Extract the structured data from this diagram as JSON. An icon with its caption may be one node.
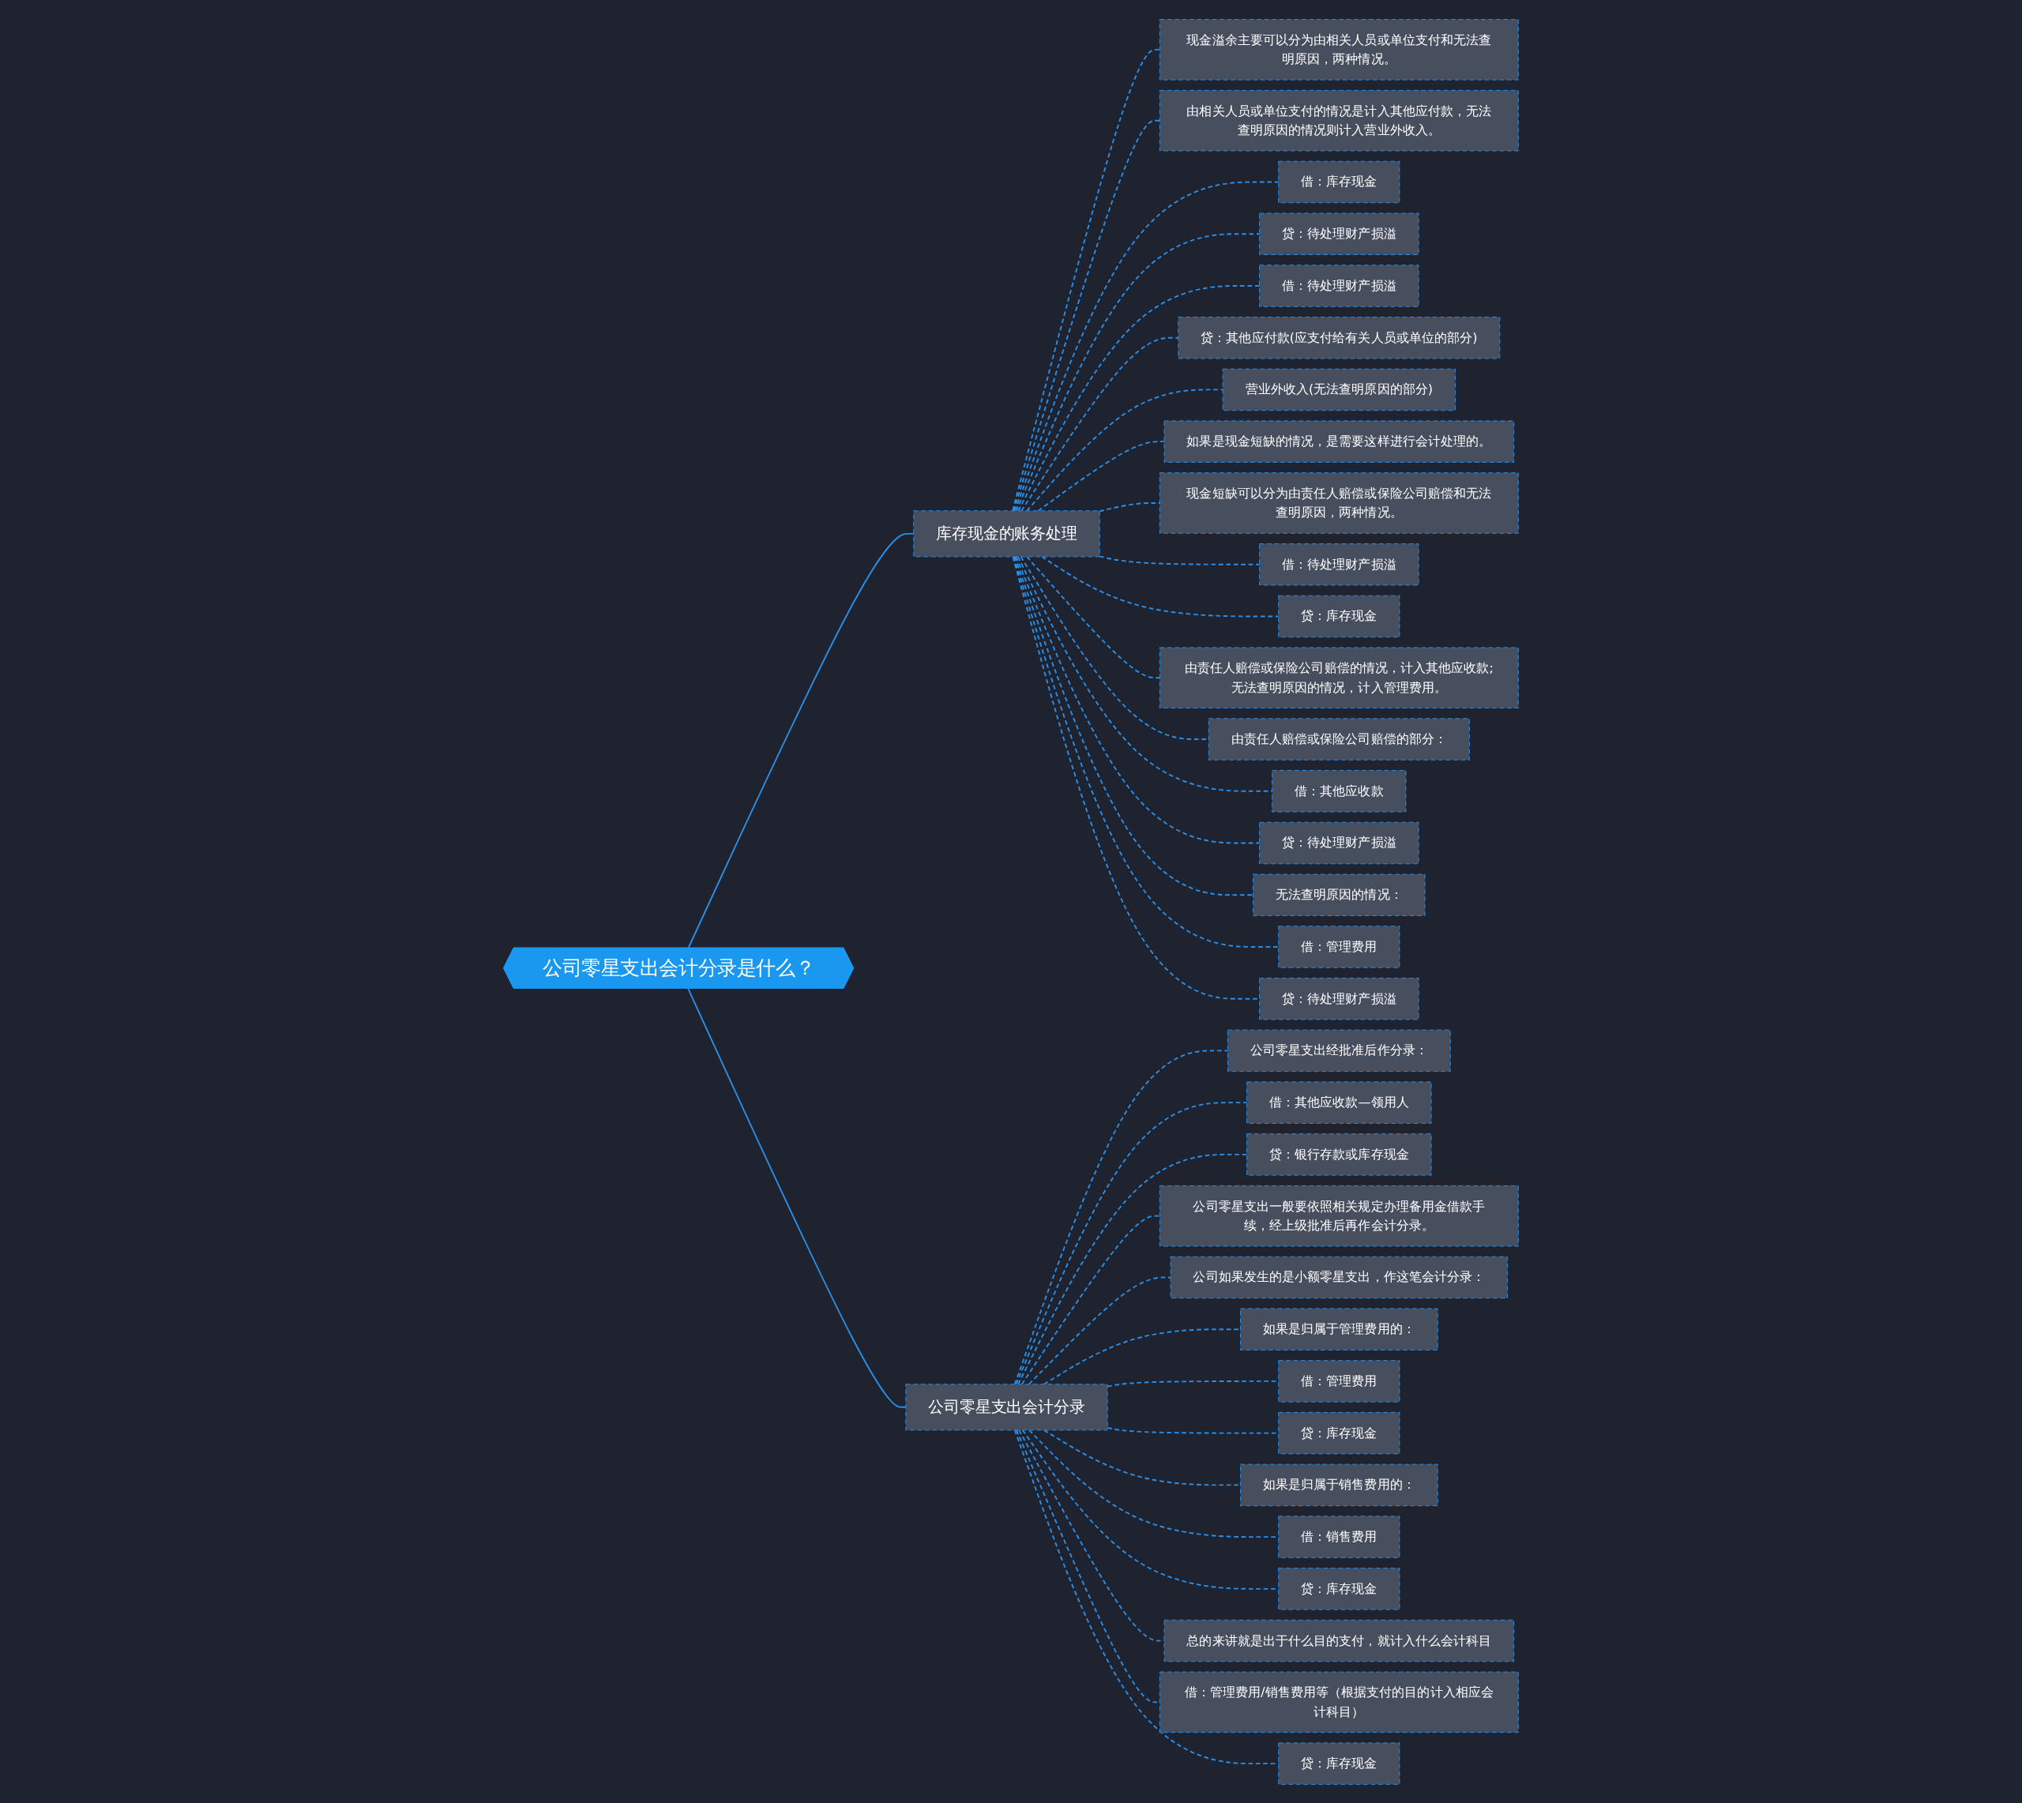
{
  "diagram": {
    "nodes": [
      {
        "text": [
          "公司零星支出会计分录是什么？"
        ]
      },
      {
        "text": [
          "库存现金的账务处理"
        ]
      },
      {
        "text": [
          "公司零星支出会计分录"
        ]
      },
      {
        "text": [
          "现金溢余主要可以分为由相关人员或单位支付和无法查明原因，两种情况。"
        ]
      },
      {
        "text": [
          "由相关人员或单位支付的情况是计入其他应付款，无法查明原因的情况则计入营业外收入。"
        ]
      },
      {
        "text": [
          "借：库存现金"
        ]
      },
      {
        "text": [
          "贷：待处理财产损溢"
        ]
      },
      {
        "text": [
          "借：待处理财产损溢"
        ]
      },
      {
        "text": [
          "贷：其他应付款(应支付给有关人员或单位的部分)"
        ]
      },
      {
        "text": [
          "营业外收入(无法查明原因的部分)"
        ]
      },
      {
        "text": [
          "如果是现金短缺的情况，是需要这样进行会计处理的。"
        ]
      },
      {
        "text": [
          "现金短缺可以分为由责任人赔偿或保险公司赔偿和无法查明原因，两种情况。"
        ]
      },
      {
        "text": [
          "借：待处理财产损溢"
        ]
      },
      {
        "text": [
          "贷：库存现金"
        ]
      },
      {
        "text": [
          "由责任人赔偿或保险公司赔偿的情况，计入其他应收款;无法查明原因的情况，计入管理费用。"
        ]
      },
      {
        "text": [
          "由责任人赔偿或保险公司赔偿的部分："
        ]
      },
      {
        "text": [
          "借：其他应收款"
        ]
      },
      {
        "text": [
          "贷：待处理财产损溢"
        ]
      },
      {
        "text": [
          "无法查明原因的情况："
        ]
      },
      {
        "text": [
          "借：管理费用"
        ]
      },
      {
        "text": [
          "贷：待处理财产损溢"
        ]
      },
      {
        "text": [
          "公司零星支出经批准后作分录："
        ]
      },
      {
        "text": [
          "借：其他应收款—领用人"
        ]
      },
      {
        "text": [
          "贷：银行存款或库存现金"
        ]
      },
      {
        "text": [
          "公司零星支出一般要依照相关规定办理备用金借款手续，经上级批准后再作会计分录。"
        ]
      },
      {
        "text": [
          "公司如果发生的是小额零星支出，作这笔会计分录："
        ]
      },
      {
        "text": [
          "如果是归属于管理费用的："
        ]
      },
      {
        "text": [
          "借：管理费用"
        ]
      },
      {
        "text": [
          "贷：库存现金"
        ]
      },
      {
        "text": [
          "如果是归属于销售费用的："
        ]
      },
      {
        "text": [
          "借：销售费用"
        ]
      },
      {
        "text": [
          "贷：库存现金"
        ]
      },
      {
        "text": [
          "总的来讲就是出于什么目的支付，就计入什么会计科目"
        ]
      },
      {
        "text": [
          "借：管理费用/销售费用等（根据支付的目的计入相应会计科目）"
        ]
      },
      {
        "text": [
          "贷：库存现金"
        ]
      }
    ],
    "edges": [
      {
        "from": 0,
        "to": 1,
        "arrow": "none"
      },
      {
        "from": 0,
        "to": 2,
        "arrow": "none"
      },
      {
        "from": 1,
        "to": 3,
        "arrow": "none",
        "style": "dashed"
      },
      {
        "from": 1,
        "to": 4,
        "arrow": "none",
        "style": "dashed"
      },
      {
        "from": 1,
        "to": 5,
        "arrow": "none",
        "style": "dashed"
      },
      {
        "from": 1,
        "to": 6,
        "arrow": "none",
        "style": "dashed"
      },
      {
        "from": 1,
        "to": 7,
        "arrow": "none",
        "style": "dashed"
      },
      {
        "from": 1,
        "to": 8,
        "arrow": "none",
        "style": "dashed"
      },
      {
        "from": 1,
        "to": 9,
        "arrow": "none",
        "style": "dashed"
      },
      {
        "from": 1,
        "to": 10,
        "arrow": "none",
        "style": "dashed"
      },
      {
        "from": 1,
        "to": 11,
        "arrow": "none",
        "style": "dashed"
      },
      {
        "from": 1,
        "to": 12,
        "arrow": "none",
        "style": "dashed"
      },
      {
        "from": 1,
        "to": 13,
        "arrow": "none",
        "style": "dashed"
      },
      {
        "from": 1,
        "to": 14,
        "arrow": "none",
        "style": "dashed"
      },
      {
        "from": 1,
        "to": 15,
        "arrow": "none",
        "style": "dashed"
      },
      {
        "from": 1,
        "to": 16,
        "arrow": "none",
        "style": "dashed"
      },
      {
        "from": 1,
        "to": 17,
        "arrow": "none",
        "style": "dashed"
      },
      {
        "from": 1,
        "to": 18,
        "arrow": "none",
        "style": "dashed"
      },
      {
        "from": 1,
        "to": 19,
        "arrow": "none",
        "style": "dashed"
      },
      {
        "from": 1,
        "to": 20,
        "arrow": "none",
        "style": "dashed"
      },
      {
        "from": 2,
        "to": 21,
        "arrow": "none",
        "style": "dashed"
      },
      {
        "from": 2,
        "to": 22,
        "arrow": "none",
        "style": "dashed"
      },
      {
        "from": 2,
        "to": 23,
        "arrow": "none",
        "style": "dashed"
      },
      {
        "from": 2,
        "to": 24,
        "arrow": "none",
        "style": "dashed"
      },
      {
        "from": 2,
        "to": 25,
        "arrow": "none",
        "style": "dashed"
      },
      {
        "from": 2,
        "to": 26,
        "arrow": "none",
        "style": "dashed"
      },
      {
        "from": 2,
        "to": 27,
        "arrow": "none",
        "style": "dashed"
      },
      {
        "from": 2,
        "to": 28,
        "arrow": "none",
        "style": "dashed"
      },
      {
        "from": 2,
        "to": 29,
        "arrow": "none",
        "style": "dashed"
      },
      {
        "from": 2,
        "to": 30,
        "arrow": "none",
        "style": "dashed"
      },
      {
        "from": 2,
        "to": 31,
        "arrow": "none",
        "style": "dashed"
      },
      {
        "from": 2,
        "to": 32,
        "arrow": "none",
        "style": "dashed"
      },
      {
        "from": 2,
        "to": 33,
        "arrow": "none",
        "style": "dashed"
      },
      {
        "from": 2,
        "to": 34,
        "arrow": "none",
        "style": "dashed"
      }
    ]
  }
}
